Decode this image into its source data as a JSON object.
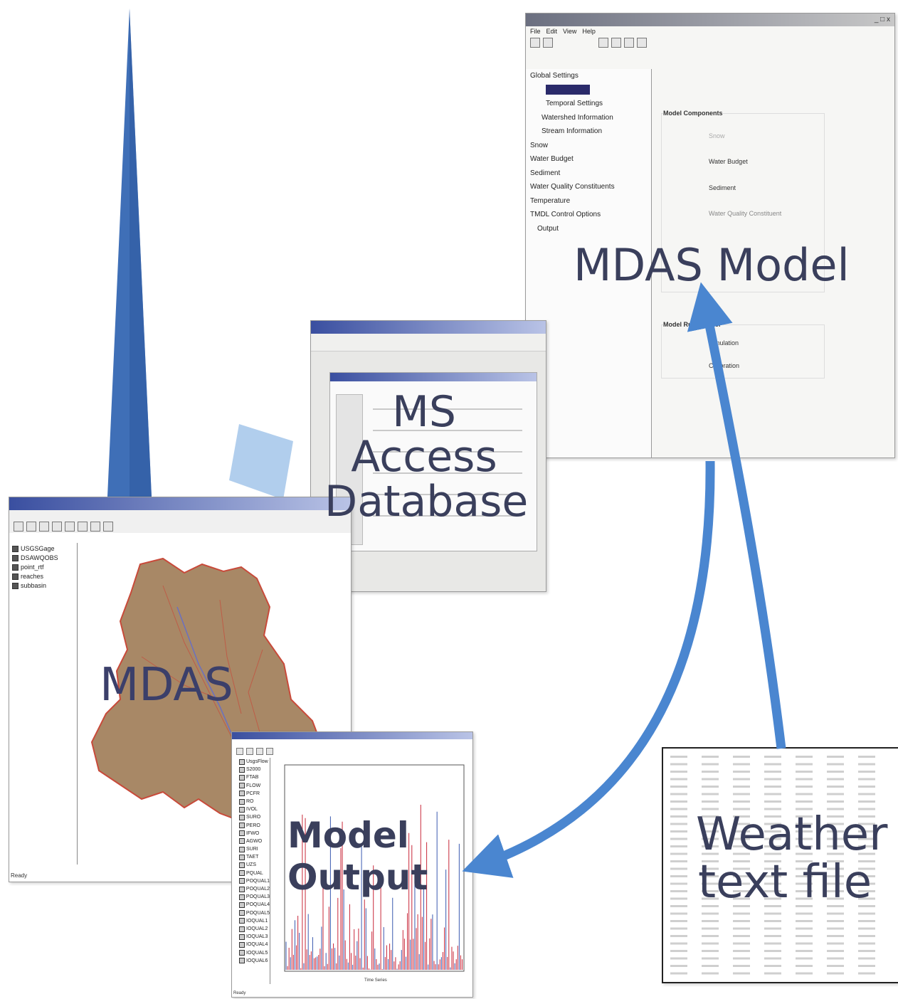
{
  "labels": {
    "mdas": "MDAS",
    "mdas_model": "MDAS Model",
    "ms_access_line1": "MS",
    "ms_access_line2": "Access",
    "ms_access_line3": "Database",
    "model_output_line1": "Model",
    "model_output_line2": "Output",
    "weather_line1": "Weather",
    "weather_line2": "text file"
  },
  "model_window": {
    "menu": [
      "File",
      "Edit",
      "View",
      "Help"
    ],
    "tree": [
      "Global Settings",
      "Temporal Settings",
      "Watershed Information",
      "Stream Information",
      "Snow",
      "Water Budget",
      "Sediment",
      "Water Quality Constituents",
      "Temperature",
      "TMDL Control Options",
      "Output"
    ],
    "group_model_components": "Model Components",
    "components": [
      "Snow",
      "Water Budget",
      "Sediment",
      "Water Quality Constituent"
    ],
    "group_model_run": "Model Run Control",
    "run_options": [
      "Simulation",
      "Calibration"
    ]
  },
  "mdas_window": {
    "layers": [
      "USGSGage",
      "DSAWQOBS",
      "point_rtf",
      "reaches",
      "subbasin"
    ],
    "status": "Ready"
  },
  "output_window": {
    "top_series": "UsgsFlow",
    "series": [
      "S2000",
      "FTAB",
      "FLOW",
      "PCFR",
      "RO",
      "IVOL",
      "SURO",
      "PERO",
      "IFWO",
      "AGWO",
      "SURI",
      "TAET",
      "UZS",
      "PQUAL",
      "POQUAL1",
      "POQUAL2",
      "POQUAL3",
      "POQUAL4",
      "POQUAL5",
      "IOQUAL1",
      "IOQUAL2",
      "IOQUAL3",
      "IOQUAL4",
      "IOQUAL5",
      "IOQUAL6"
    ],
    "x_axis_title": "Time Series",
    "status": "Ready"
  },
  "colors": {
    "arrow": "#4a86d0",
    "tower": "#3f6fb7",
    "label": "#3a3f5c",
    "watershed": "#a88866",
    "series_red": "#c8283a",
    "series_blue": "#3a5ab0"
  }
}
